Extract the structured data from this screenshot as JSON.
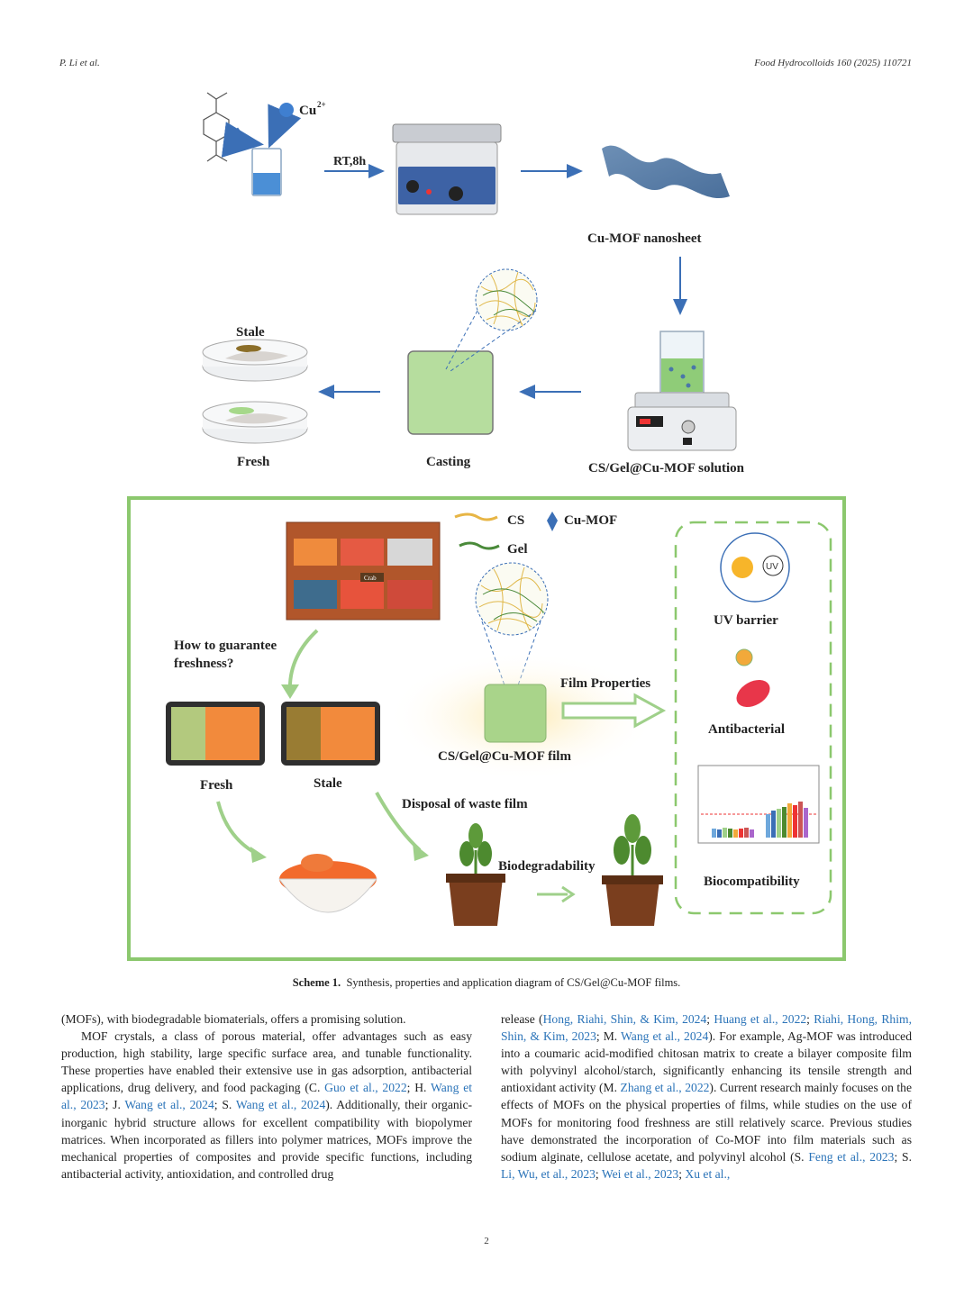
{
  "header": {
    "authors": "P. Li et al.",
    "journal": "Food Hydrocolloids 160 (2025) 110721"
  },
  "scheme": {
    "top": {
      "cu_label": "Cu",
      "cu_superscript": "2+",
      "rt_label": "RT,8h",
      "nanosheet_label": "Cu-MOF nanosheet",
      "solution_label": "CS/Gel@Cu-MOF solution",
      "casting_label": "Casting",
      "stale_label": "Stale",
      "fresh_label": "Fresh"
    },
    "bottom": {
      "legend_cs": "CS",
      "legend_cumof": "Cu-MOF",
      "legend_gel": "Gel",
      "question": "How to guarantee",
      "question_line2": "freshness?",
      "fresh_label": "Fresh",
      "stale_label": "Stale",
      "film_properties": "Film Properties",
      "film_label": "CS/Gel@Cu-MOF film",
      "disposal_label": "Disposal of waste film",
      "biodegradability": "Biodegradability",
      "uv_barrier": "UV barrier",
      "uv_icon_text": "UV",
      "antibacterial": "Antibacterial",
      "biocompatibility": "Biocompatibility",
      "market_sign": "Crab"
    },
    "colors": {
      "green_border": "#8cc86e",
      "arrow_blue": "#3b6fb6",
      "film_green": "#a9d48a",
      "arrow_green": "#9fd08a"
    }
  },
  "caption": {
    "label": "Scheme 1.",
    "text": "Synthesis, properties and application diagram of CS/Gel@Cu-MOF films."
  },
  "left_column": {
    "p1": "(MOFs), with biodegradable biomaterials, offers a promising solution.",
    "p2_a": "MOF crystals, a class of porous material, offer advantages such as easy production, high stability, large specific surface area, and tunable functionality. These properties have enabled their extensive use in gas adsorption, antibacterial applications, drug delivery, and food packaging (C. ",
    "r1": "Guo et al., 2022",
    "p2_b": "; H. ",
    "r2": "Wang et al., 2023",
    "p2_c": "; J. ",
    "r3": "Wang et al., 2024",
    "p2_d": "; S. ",
    "r4": "Wang et al., 2024",
    "p2_e": "). Additionally, their organic-inorganic hybrid structure allows for excellent compatibility with biopolymer matrices. When incorporated as fillers into polymer matrices, MOFs improve the mechanical properties of composites and provide specific functions, including antibacterial activity, antioxidation, and controlled drug"
  },
  "right_column": {
    "a": "release (",
    "r1": "Hong, Riahi, Shin, & Kim, 2024",
    "b": "; ",
    "r2": "Huang et al., 2022",
    "c": "; ",
    "r3": "Riahi, Hong, Rhim, Shin, & Kim, 2023",
    "d": "; M. ",
    "r4": "Wang et al., 2024",
    "e": "). For example, Ag-MOF was introduced into a coumaric acid-modified chitosan matrix to create a bilayer composite film with polyvinyl alcohol/starch, significantly enhancing its tensile strength and antioxidant activity (M. ",
    "r5": "Zhang et al., 2022",
    "f": "). Current research mainly focuses on the effects of MOFs on the physical properties of films, while studies on the use of MOFs for monitoring food freshness are still relatively scarce. Previous studies have demonstrated the incorporation of Co-MOF into film materials such as sodium alginate, cellulose acetate, and polyvinyl alcohol (S. ",
    "r6": "Feng et al., 2023",
    "g": "; S. ",
    "r7": "Li, Wu, et al., 2023",
    "h": "; ",
    "r8": "Wei et al., 2023",
    "i": "; ",
    "r9": "Xu et al.,"
  },
  "page_number": "2"
}
